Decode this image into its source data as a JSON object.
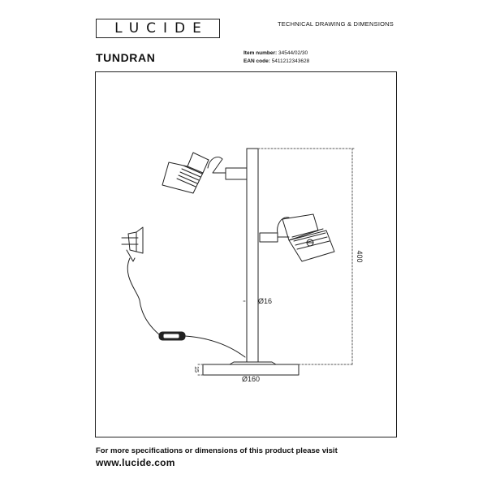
{
  "header": {
    "brand": "LUCIDE",
    "doc_type": "TECHNICAL DRAWING & DIMENSIONS"
  },
  "product": {
    "name": "TUNDRAN",
    "item_label": "Item number:",
    "item_number": "34544/02/30",
    "ean_label": "EAN code:",
    "ean_code": "5411212343628"
  },
  "dimensions": {
    "height": "400",
    "pole_diameter": "Ø16",
    "base_diameter": "Ø160",
    "base_thickness": "15"
  },
  "footer": {
    "note": "For more specifications or dimensions of this product please visit",
    "url": "www.lucide.com"
  }
}
